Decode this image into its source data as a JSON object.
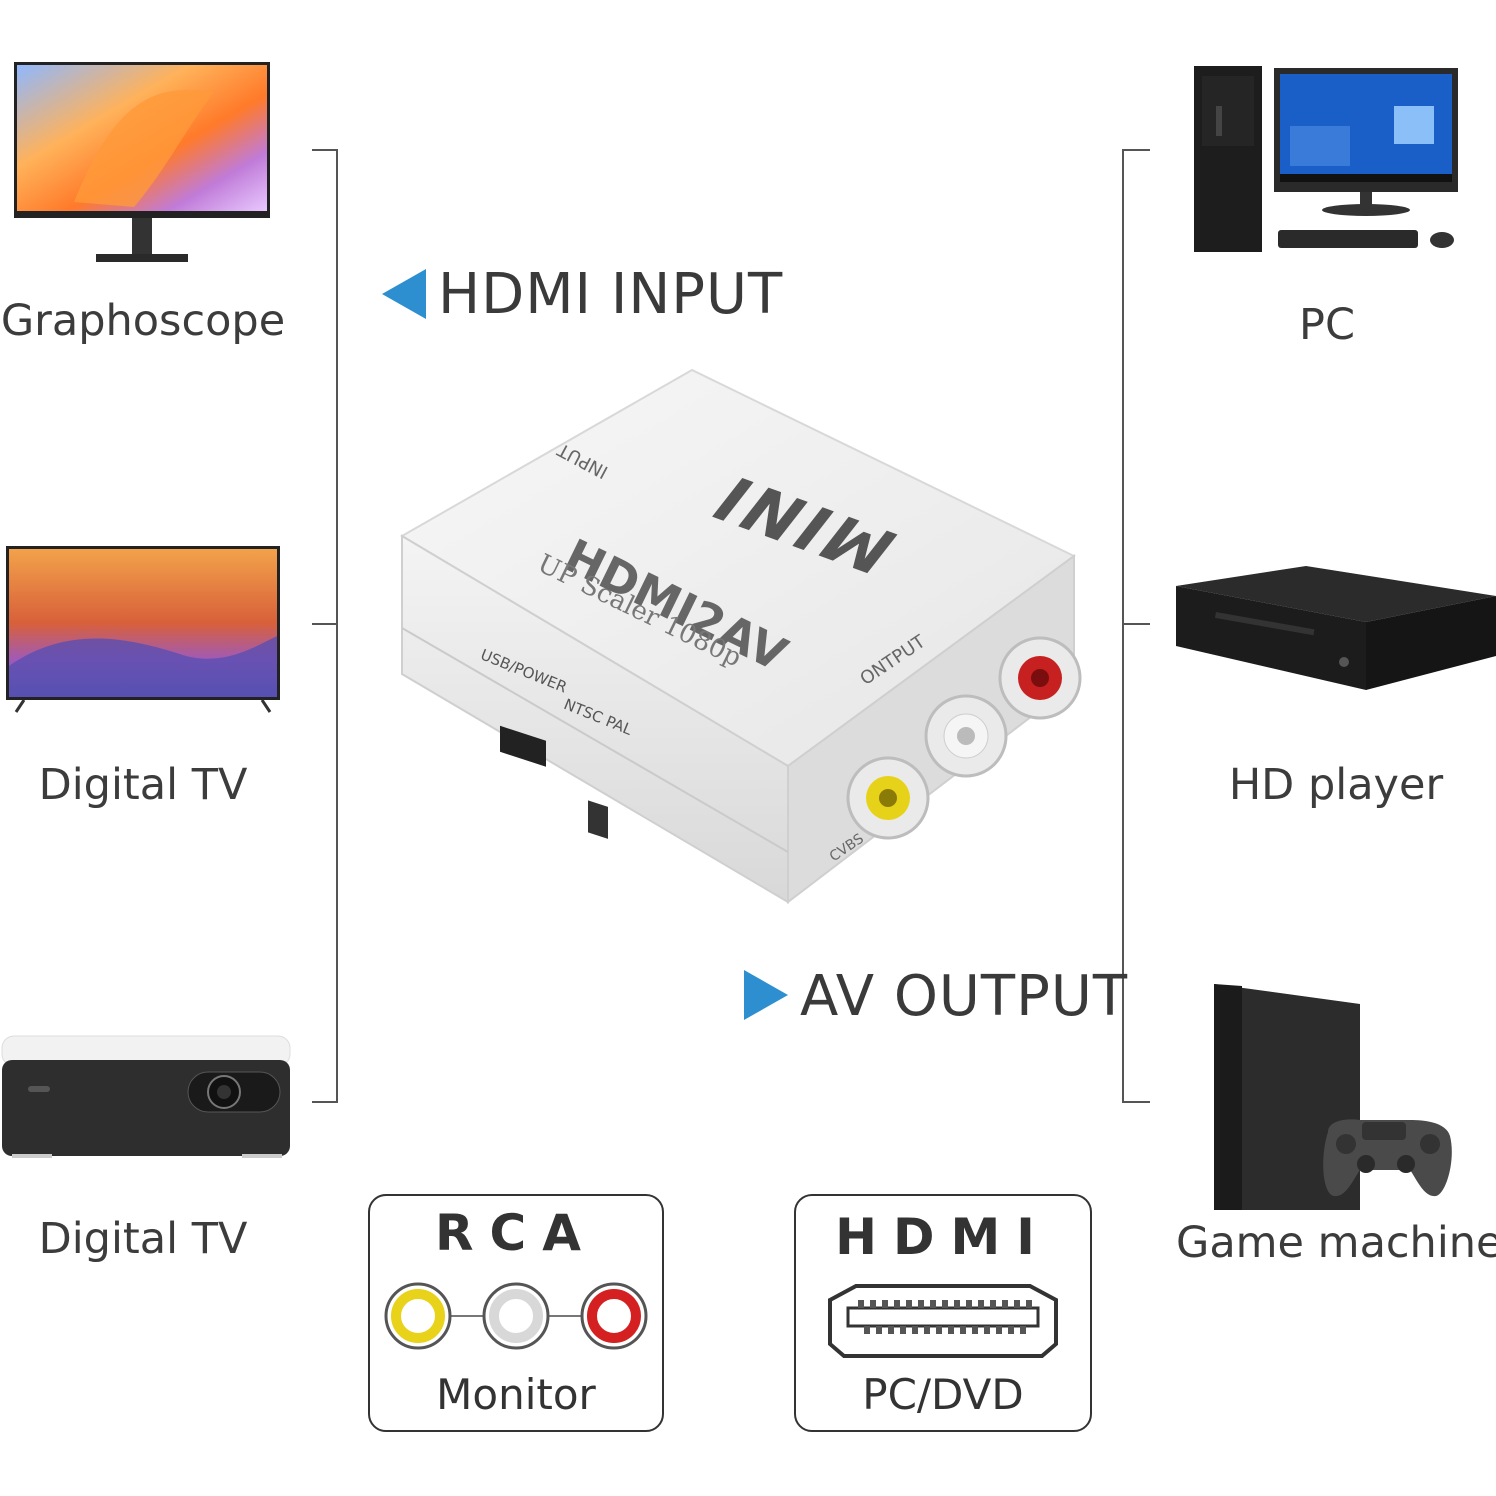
{
  "left_devices": [
    {
      "label": "Graphoscope",
      "icon": "monitor-icon"
    },
    {
      "label": "Digital TV",
      "icon": "tv-icon"
    },
    {
      "label": "Digital TV",
      "icon": "projector-icon"
    }
  ],
  "right_devices": [
    {
      "label": "PC",
      "icon": "desktop-pc-icon"
    },
    {
      "label": "HD player",
      "icon": "blu-ray-player-icon"
    },
    {
      "label": "Game machine",
      "icon": "game-console-icon"
    }
  ],
  "center": {
    "input_title": "HDMI INPUT",
    "output_title": "AV OUTPUT",
    "arrow_color": "#2e8fd0",
    "device": {
      "top_brand": "MINI",
      "model": "HDMI2AV",
      "subtitle": "UP Scaler 1080p",
      "input_label": "INPUT",
      "output_label": "ONTPUT",
      "usb_label": "USB/POWER",
      "switch_label": "NTSC PAL",
      "cvbs_label": "CVBS"
    }
  },
  "connectors": {
    "rca": {
      "title": "RCA",
      "subtitle": "Monitor",
      "colors": [
        "#e8d21a",
        "#d8d8d8",
        "#d42020"
      ]
    },
    "hdmi": {
      "title": "HDMI",
      "subtitle": "PC/DVD"
    }
  }
}
